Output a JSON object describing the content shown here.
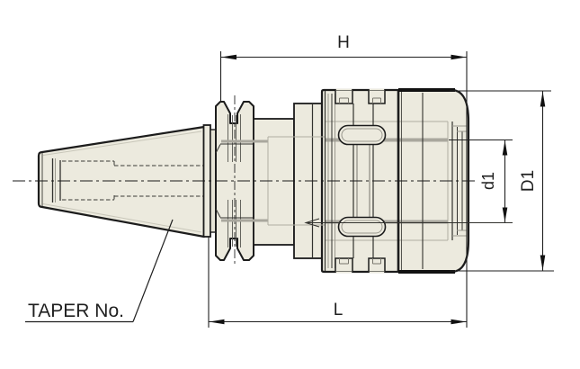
{
  "diagram": {
    "type": "technical-drawing",
    "subject": "Taper shank tool holder, side elevation with dimension callouts",
    "labels": {
      "height": "H",
      "length": "L",
      "bore_dia": "d1",
      "outer_dia": "D1",
      "taper": "TAPER No."
    },
    "colors": {
      "background": "#ffffff",
      "body_fill": "#eceade",
      "outline": "#1c1c1c",
      "inner_line": "#32322e",
      "gray_line": "#a9a79d",
      "dimension": "#1f1f1f"
    }
  }
}
